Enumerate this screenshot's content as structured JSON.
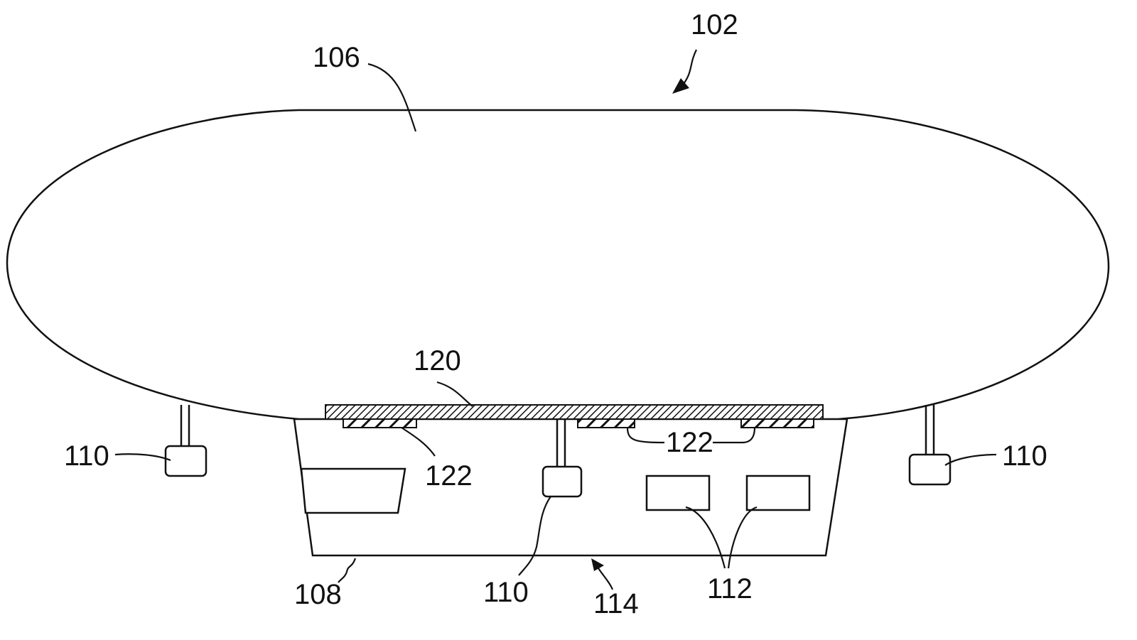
{
  "figure": {
    "labels": {
      "airship": "102",
      "envelope": "106",
      "gondola": "108",
      "thruster_left": "110",
      "thruster_right": "110",
      "thruster_center": "110",
      "components": "112",
      "gondola_bottom": "114",
      "solar_array": "120",
      "panel_left": "122",
      "panel_mid_right": "122"
    },
    "colors": {
      "line": "#111111",
      "background": "#ffffff"
    }
  }
}
